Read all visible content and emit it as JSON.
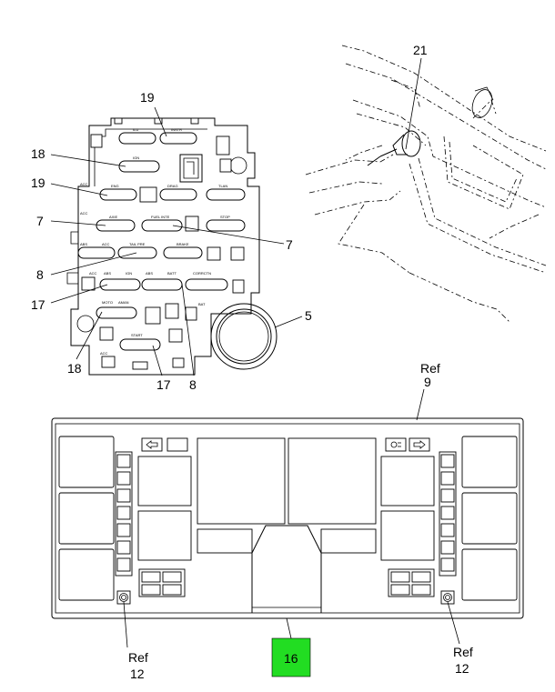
{
  "callouts": {
    "c19_top": "19",
    "c18_top": "18",
    "c19_left": "19",
    "c7_left": "7",
    "c7_right": "7",
    "c8_left": "8",
    "c17_left": "17",
    "c18_bottom": "18",
    "c17_bottom": "17",
    "c8_bottom": "8",
    "c5": "5",
    "c21": "21",
    "ref9_label": "Ref",
    "ref9_num": "9",
    "ref12_left_label": "Ref",
    "ref12_left_num": "12",
    "ref12_right_label": "Ref",
    "ref12_right_num": "12",
    "c16": "16"
  },
  "fuse_labels": {
    "ilu": "ILU",
    "instr": "INSTR",
    "ign": "IGN",
    "acc1": "ACC",
    "eng": "ENG",
    "drag": "DRAG",
    "tlan": "TLAN",
    "acc2": "ACC",
    "axie": "AXIE",
    "fuel_inte": "FUEL INTE",
    "stop": "STOP",
    "abs1": "ABS",
    "acc3": "ACC",
    "tail_pre": "TAIL PRE",
    "brake": "BRAKE",
    "acc4": "ACC",
    "abs2": "ABS",
    "ign2": "IGN",
    "abs3": "ABS",
    "batt": "BATT",
    "corrctn": "CORRCTN",
    "moto": "MOTO",
    "aman": "AMAN",
    "bat": "BAT",
    "start": "START",
    "acc5": "ACC"
  },
  "colors": {
    "highlight": "#22dd22"
  }
}
